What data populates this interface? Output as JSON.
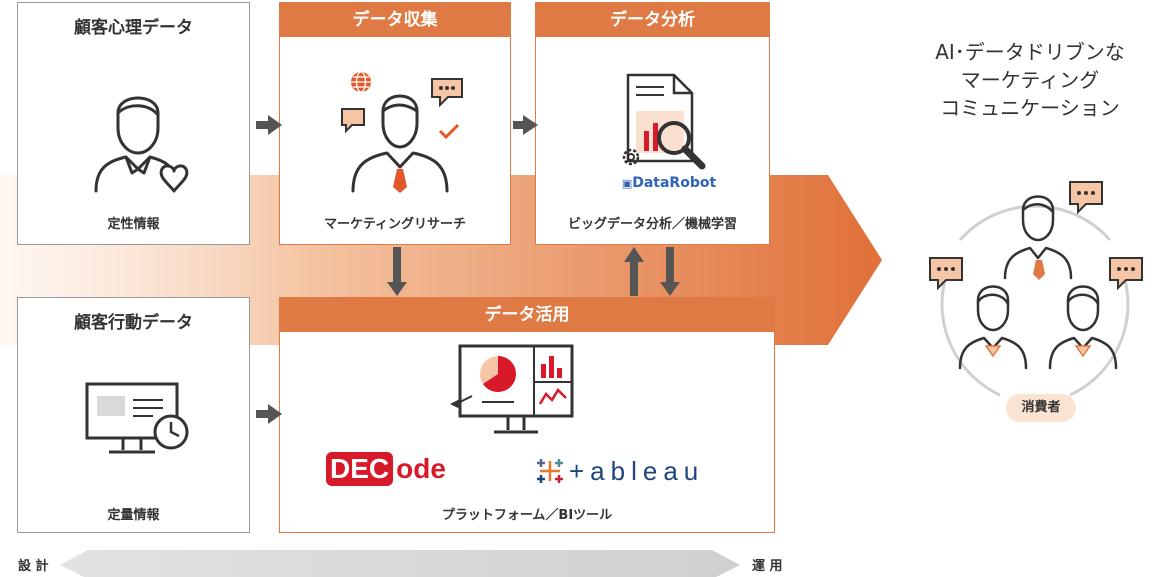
{
  "boxes": {
    "psych": {
      "title": "顧客心理データ",
      "label": "定性情報"
    },
    "collect": {
      "header": "データ収集",
      "label": "マーケティングリサーチ"
    },
    "analysis": {
      "header": "データ分析",
      "label": "ビッグデータ分析／機械学習",
      "logo": "DataRobot"
    },
    "behavior": {
      "title": "顧客行動データ",
      "label": "定量情報"
    },
    "usage": {
      "header": "データ活用",
      "label": "プラットフォーム／BIツール",
      "logo_decode_a": "DEC",
      "logo_decode_b": "ode",
      "logo_tableau": "+ableau"
    }
  },
  "right": {
    "line1": "AI･データドリブンな",
    "line2": "マーケティング",
    "line3": "コミュニケーション",
    "badge": "消費者"
  },
  "bottom": {
    "left": "設 計",
    "right": "運 用"
  },
  "icons": [
    "person-heart-icon",
    "researcher-icon",
    "globe-icon",
    "chat-bubble-icon",
    "check-icon",
    "document-chart-icon",
    "gear-icon",
    "magnifier-icon",
    "monitor-clock-icon",
    "dashboard-monitor-icon",
    "consumers-icon"
  ],
  "colors": {
    "accent": "#e07a45",
    "accent_dark": "#c8501e",
    "arrow": "#555555",
    "decode_red": "#d7192a",
    "datarobot_blue": "#2f63b5"
  }
}
